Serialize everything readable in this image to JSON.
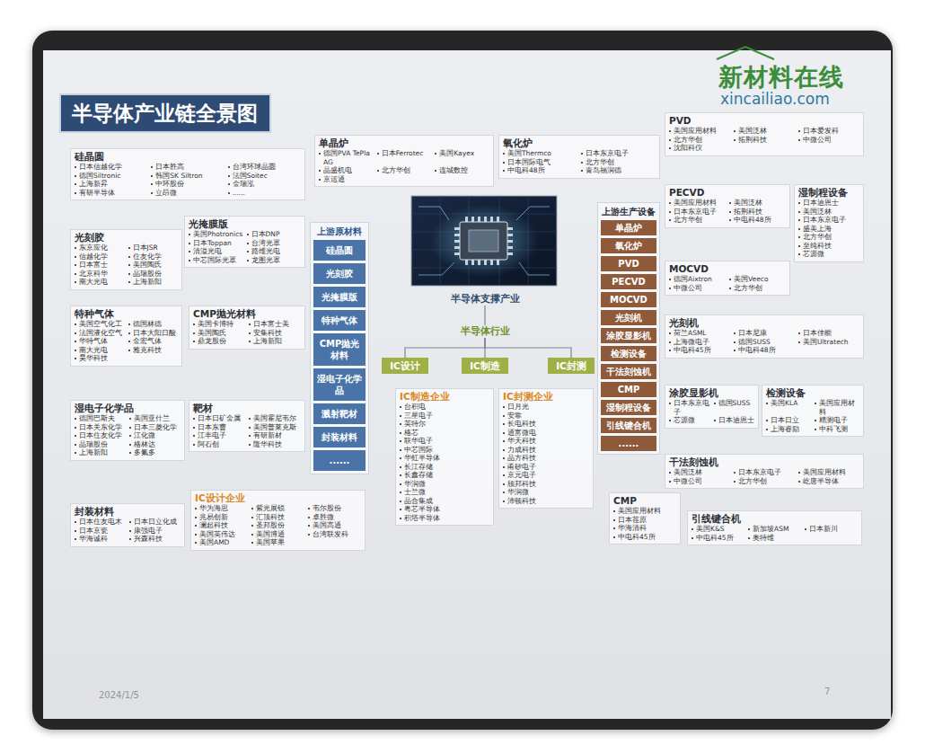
{
  "diagram": {
    "title": "半导体产业链全景图",
    "nodes": [
      {
        "text": [
          "硅晶圆",
          "日本信越化学",
          "日本胜高",
          "台湾环球晶圆",
          "德国Siltronic",
          "韩国SK Siltron",
          "法国Soitec",
          "上海新昇",
          "中环股份",
          "金瑞泓",
          "有研半导体",
          "立昂微",
          "......"
        ]
      },
      {
        "text": [
          "光刻胶",
          "东京应化",
          "日本JSR",
          "信越化学",
          "住友化学",
          "日本富士",
          "美国陶氏",
          "北京科华",
          "晶瑞股份",
          "南大光电",
          "上海新阳"
        ]
      },
      {
        "text": [
          "光掩膜版",
          "美国Photronics",
          "日本DNP",
          "日本Toppan",
          "台湾光罩",
          "清溢光电",
          "路维光电",
          "中芯国际光罩",
          "龙图光罩"
        ]
      },
      {
        "text": [
          "特种气体",
          "美国空气化工",
          "德国林德",
          "法国液化空气",
          "日本大阳日酸",
          "华特气体",
          "金宏气体",
          "南大光电",
          "雅克科技",
          "昊华科技"
        ]
      },
      {
        "text": [
          "CMP抛光材料",
          "美国卡博特",
          "日本富士美",
          "美国陶氏",
          "安集科技",
          "鼎龙股份",
          "上海新阳"
        ]
      },
      {
        "text": [
          "湿电子化学品",
          "德国巴斯夫",
          "美国亚什兰",
          "日本关东化学",
          "日本三菱化学",
          "日本住友化学",
          "江化微",
          "晶瑞股份",
          "格林达",
          "上海新阳",
          "多氟多"
        ]
      },
      {
        "text": [
          "靶材",
          "日本日矿金属",
          "美国霍尼韦尔",
          "日本东曹",
          "美国普莱克斯",
          "江丰电子",
          "有研新材",
          "阿石创",
          "隆华科技"
        ]
      },
      {
        "text": [
          "封装材料",
          "日本住友电木",
          "日本日立化成",
          "日本京瓷",
          "康强电子",
          "华海诚科",
          "兴森科技"
        ]
      },
      {
        "text": [
          "IC设计企业",
          "华为海思",
          "紫光展锐",
          "韦尔股份",
          "兆易创新",
          "汇顶科技",
          "卓胜微",
          "澜起科技",
          "圣邦股份",
          "美国高通",
          "美国英伟达",
          "美国博通",
          "台湾联发科",
          "美国AMD",
          "美国苹果"
        ]
      },
      {
        "text": [
          "单晶炉",
          "德国PVA TePla AG",
          "日本Ferrotec",
          "美国Kayex",
          "晶盛机电",
          "北方华创",
          "连城数控",
          "京运通"
        ]
      },
      {
        "text": [
          "氧化炉",
          "美国Thermco",
          "日本东京电子",
          "日本国际电气",
          "北方华创",
          "中电科48所",
          "青岛福润德"
        ]
      },
      {
        "text": [
          "上游原材料"
        ]
      },
      {
        "text": [
          "硅晶圆"
        ],
        "in": 11
      },
      {
        "text": [
          "光刻胶"
        ],
        "in": 11
      },
      {
        "text": [
          "光掩膜版"
        ],
        "in": 11
      },
      {
        "text": [
          "特种气体"
        ],
        "in": 11
      },
      {
        "text": [
          "CMP抛光材料"
        ],
        "in": 11
      },
      {
        "text": [
          "湿电子化学品"
        ],
        "in": 11
      },
      {
        "text": [
          "溅射靶材"
        ],
        "in": 11
      },
      {
        "text": [
          "封装材料"
        ],
        "in": 11
      },
      {
        "text": [
          "......"
        ],
        "in": 11
      },
      {
        "text": [
          "半导体支撑产业"
        ]
      },
      {
        "text": [
          "半导体行业"
        ]
      },
      {
        "text": [
          "IC设计"
        ]
      },
      {
        "text": [
          "IC制造"
        ]
      },
      {
        "text": [
          "IC封测"
        ]
      },
      {
        "text": [
          "IC制造企业",
          "台积电",
          "三星电子",
          "英特尔",
          "格芯",
          "联华电子",
          "中芯国际",
          "华虹半导体",
          "长江存储",
          "长鑫存储",
          "华润微",
          "士兰微",
          "晶合集成",
          "粤芯半导体",
          "积塔半导体"
        ]
      },
      {
        "text": [
          "IC封测企业",
          "日月光",
          "安靠",
          "长电科技",
          "通富微电",
          "华天科技",
          "力成科技",
          "晶方科技",
          "甬矽电子",
          "京元电子",
          "颀邦科技",
          "华润微",
          "沛顿科技"
        ]
      },
      {
        "text": [
          "上游生产设备"
        ]
      },
      {
        "text": [
          "单晶炉"
        ],
        "in": 28
      },
      {
        "text": [
          "氧化炉"
        ],
        "in": 28
      },
      {
        "text": [
          "PVD"
        ],
        "in": 28
      },
      {
        "text": [
          "PECVD"
        ],
        "in": 28
      },
      {
        "text": [
          "MOCVD"
        ],
        "in": 28
      },
      {
        "text": [
          "光刻机"
        ],
        "in": 28
      },
      {
        "text": [
          "涂胶显影机"
        ],
        "in": 28
      },
      {
        "text": [
          "检测设备"
        ],
        "in": 28
      },
      {
        "text": [
          "干法刻蚀机"
        ],
        "in": 28
      },
      {
        "text": [
          "CMP"
        ],
        "in": 28
      },
      {
        "text": [
          "湿制程设备"
        ],
        "in": 28
      },
      {
        "text": [
          "引线键合机"
        ],
        "in": 28
      },
      {
        "text": [
          "......"
        ],
        "in": 28
      },
      {
        "text": [
          "PVD",
          "美国应用材料",
          "美国泛林",
          "日本爱发科",
          "北方华创",
          "拓荆科技",
          "中微公司",
          "沈阳科仪"
        ]
      },
      {
        "text": [
          "PECVD",
          "美国应用材料",
          "美国泛林",
          "日本东京电子",
          "拓荆科技",
          "北方华创",
          "中电科48所"
        ]
      },
      {
        "text": [
          "湿制程设备",
          "日本迪恩士",
          "美国泛林",
          "日本东京电子",
          "盛美上海",
          "北方华创",
          "至纯科技",
          "芯源微"
        ]
      },
      {
        "text": [
          "MOCVD",
          "德国Aixtron",
          "美国Veeco",
          "中微公司",
          "北方华创"
        ]
      },
      {
        "text": [
          "光刻机",
          "荷兰ASML",
          "日本尼康",
          "日本佳能",
          "上海微电子",
          "德国SUSS",
          "美国Ultratech",
          "中电科45所",
          "中电科48所"
        ]
      },
      {
        "text": [
          "涂胶显影机",
          "日本东京电子",
          "德国SUSS",
          "芯源微",
          "日本迪恩士"
        ]
      },
      {
        "text": [
          "检测设备",
          "美国KLA",
          "美国应用材料",
          "日本日立",
          "精测电子",
          "上海睿励",
          "中科飞测"
        ]
      },
      {
        "text": [
          "干法刻蚀机",
          "美国泛林",
          "日本东京电子",
          "美国应用材料",
          "中微公司",
          "北方华创",
          "屹唐半导体"
        ]
      },
      {
        "text": [
          "CMP",
          "美国应用材料",
          "日本荏原",
          "华海清科",
          "中电科45所"
        ]
      },
      {
        "text": [
          "引线键合机",
          "美国K&S",
          "新加坡ASM",
          "日本新川",
          "中电科45所",
          "奥特维"
        ]
      }
    ],
    "edges": [
      {
        "from": 21,
        "to": 22,
        "arrow": "none"
      },
      {
        "from": 22,
        "to": 23,
        "arrow": "none"
      },
      {
        "from": 22,
        "to": 24,
        "arrow": "none"
      },
      {
        "from": 22,
        "to": 25,
        "arrow": "none"
      }
    ],
    "labels": [
      "新材料在线",
      "xincailiao.com",
      "2024/1/5",
      "7"
    ]
  }
}
